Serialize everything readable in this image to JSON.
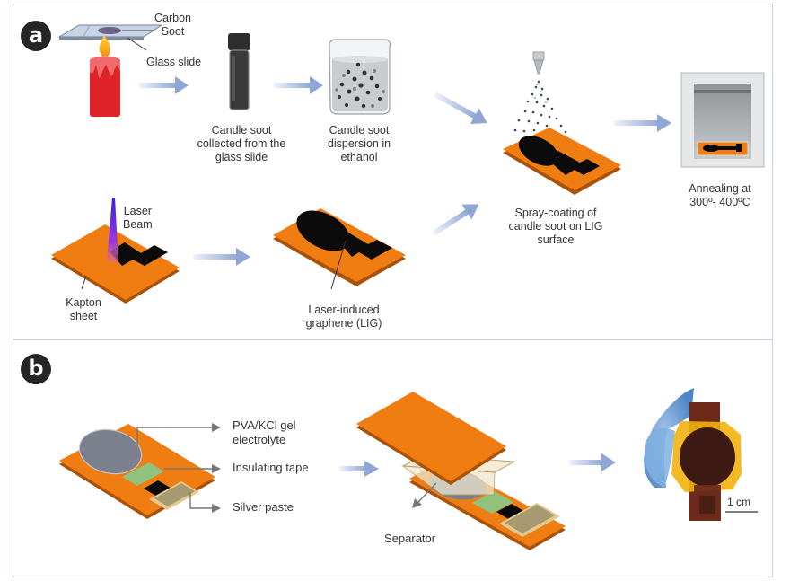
{
  "figure": {
    "panel_a": {
      "badge": "a",
      "labels": {
        "carbon_soot_line1": "Carbon",
        "carbon_soot_line2": "Soot",
        "glass_slide": "Glass slide",
        "vial_line1": "Candle soot",
        "vial_line2": "collected from the",
        "vial_line3": "glass slide",
        "beaker_line1": "Candle soot",
        "beaker_line2": "dispersion in",
        "beaker_line3": "ethanol",
        "spray_line1": "Spray-coating of",
        "spray_line2": "candle soot on LIG",
        "spray_line3": "surface",
        "anneal_line1": "Annealing at",
        "anneal_line2": "300º- 400ºC",
        "laser_line1": "Laser",
        "laser_line2": "Beam",
        "kapton_line1": "Kapton",
        "kapton_line2": "sheet",
        "lig_line1": "Laser-induced",
        "lig_line2": "graphene (LIG)"
      }
    },
    "panel_b": {
      "badge": "b",
      "labels": {
        "electrolyte_line1": "PVA/KCl gel",
        "electrolyte_line2": "electrolyte",
        "insulating_tape": "Insulating tape",
        "silver_paste": "Silver paste",
        "separator": "Separator",
        "scale_bar": "1 cm"
      }
    },
    "colors": {
      "kapton_orange": "#f07d12",
      "kapton_edge": "#a9520c",
      "lig_black": "#0b0b0b",
      "arrow_blue": "#8fa6d6",
      "panel_border": "#c5cfdf",
      "candle_red": "#e0232a",
      "electrolyte_gray": "#7c808c",
      "tape_green": "#8fc27c",
      "silver_paste": "#a79a70",
      "glove_blue": "#6fa3d8"
    }
  }
}
